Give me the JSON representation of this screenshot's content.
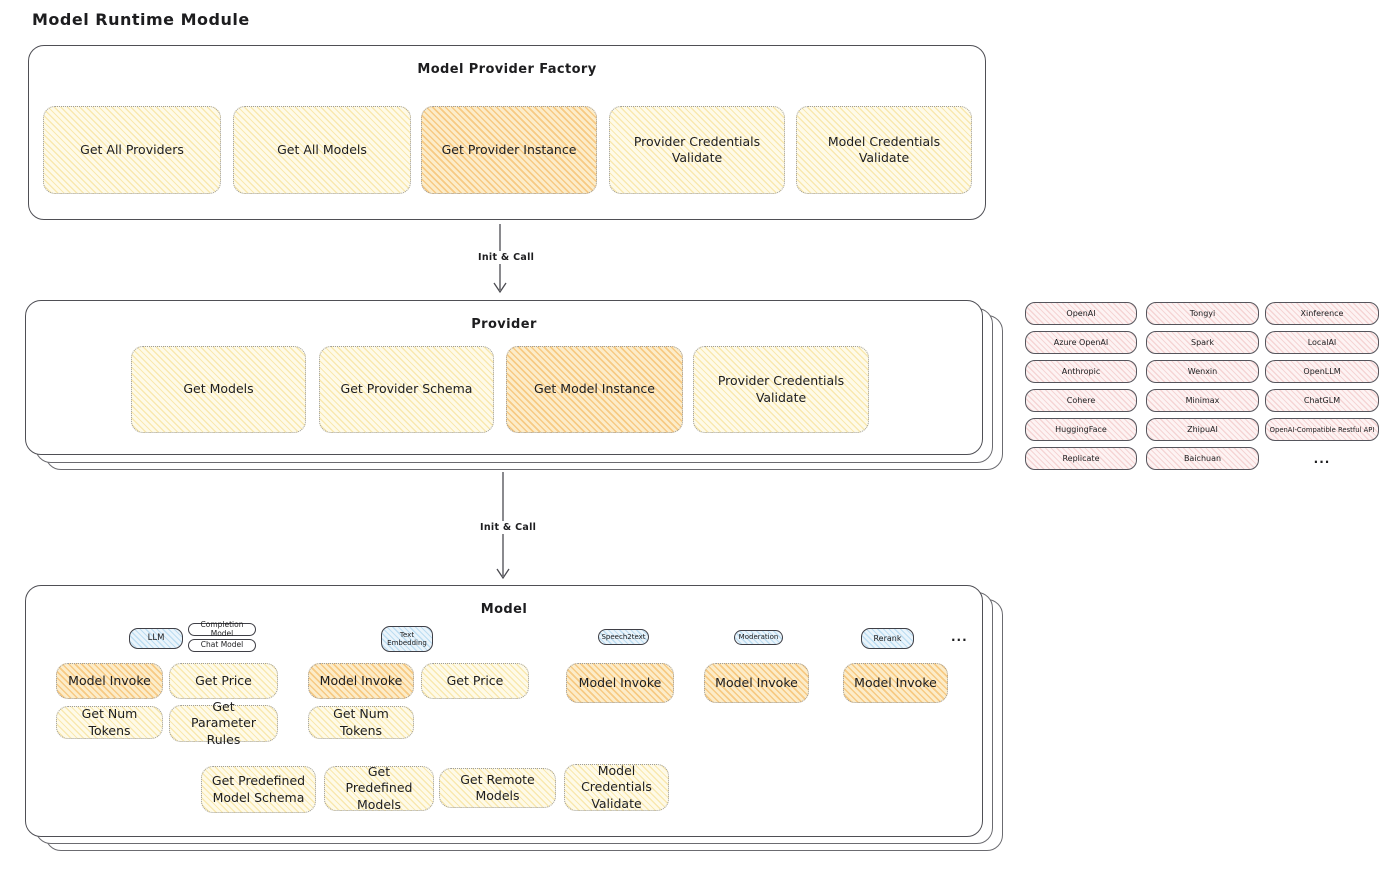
{
  "title": "Model Runtime Module",
  "arrows": {
    "init_call_1": "Init & Call",
    "init_call_2": "Init & Call"
  },
  "factory": {
    "title": "Model Provider Factory",
    "items": [
      {
        "label": "Get All Providers"
      },
      {
        "label": "Get All Models"
      },
      {
        "label": "Get Provider Instance",
        "highlighted": true
      },
      {
        "label": "Provider Credentials Validate"
      },
      {
        "label": "Model Credentials Validate"
      }
    ]
  },
  "provider": {
    "title": "Provider",
    "items": [
      {
        "label": "Get Models"
      },
      {
        "label": "Get Provider Schema"
      },
      {
        "label": "Get Model Instance",
        "highlighted": true
      },
      {
        "label": "Provider Credentials Validate"
      }
    ]
  },
  "model": {
    "title": "Model",
    "types": {
      "llm": "LLM",
      "completion_model": "Completion Model",
      "chat_model": "Chat Model",
      "text_embedding": "Text Embedding",
      "speech2text": "Speech2text",
      "moderation": "Moderation",
      "rerank": "Rerank",
      "ellipsis": "..."
    },
    "llm_ops": [
      "Model Invoke",
      "Get Price",
      "Get Num Tokens",
      "Get Parameter Rules"
    ],
    "embedding_ops": [
      "Model Invoke",
      "Get Price",
      "Get Num Tokens"
    ],
    "speech2text_ops": [
      "Model Invoke"
    ],
    "moderation_ops": [
      "Model Invoke"
    ],
    "rerank_ops": [
      "Model Invoke"
    ],
    "common_ops": [
      "Get Predefined Model Schema",
      "Get Predefined Models",
      "Get Remote Models",
      "Model Credentials Validate"
    ]
  },
  "providers_list": {
    "items": [
      "OpenAI",
      "Tongyi",
      "Xinference",
      "Azure OpenAI",
      "Spark",
      "LocalAI",
      "Anthropic",
      "Wenxin",
      "OpenLLM",
      "Cohere",
      "Minimax",
      "ChatGLM",
      "HuggingFace",
      "ZhipuAI",
      "OpenAI-Compatible Restful API",
      "Replicate",
      "Baichuan"
    ],
    "ellipsis": "..."
  },
  "colors": {
    "op_fill": "#fefae8",
    "op_highlight": "#fcecc9",
    "chip_blue": "#eaf4fb",
    "provider_pink": "#fdf3f3",
    "stroke": "#4f4f55"
  }
}
